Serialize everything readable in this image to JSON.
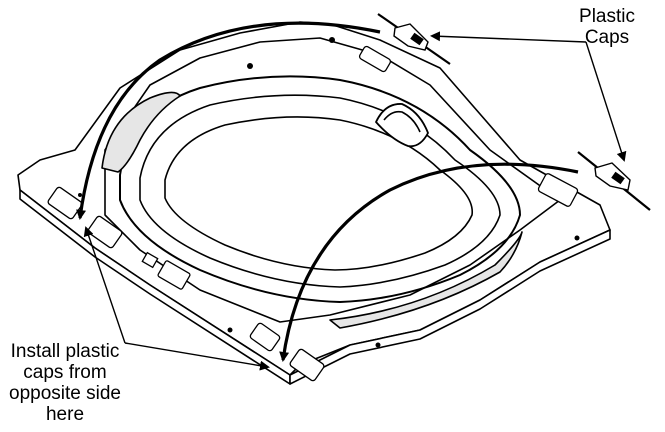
{
  "labels": {
    "plastic_caps": [
      "Plastic",
      "Caps"
    ],
    "install_note": [
      "Install plastic",
      "caps from",
      "opposite side",
      "here"
    ]
  },
  "colors": {
    "ink": "#000000",
    "paper": "#ffffff",
    "shade": "#e6e6e6"
  }
}
